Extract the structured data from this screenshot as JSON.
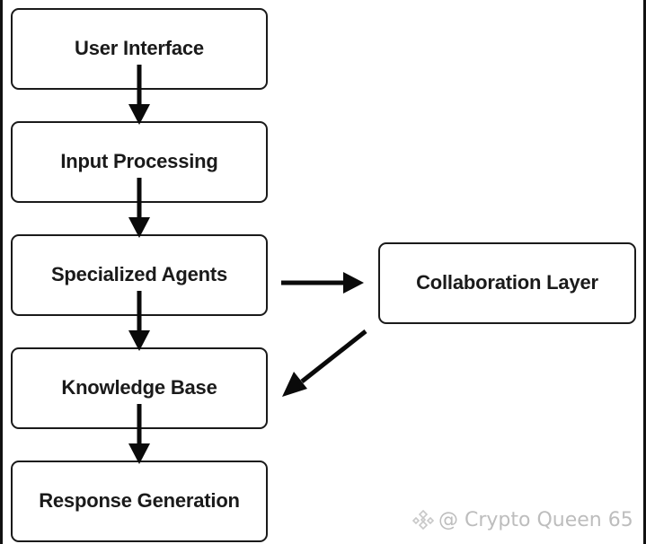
{
  "diagram": {
    "type": "flowchart",
    "nodes": [
      {
        "id": "user-interface",
        "label": "User Interface"
      },
      {
        "id": "input-processing",
        "label": "Input Processing"
      },
      {
        "id": "specialized-agents",
        "label": "Specialized Agents"
      },
      {
        "id": "knowledge-base",
        "label": "Knowledge Base"
      },
      {
        "id": "response-generation",
        "label": "Response Generation"
      },
      {
        "id": "collaboration-layer",
        "label": "Collaboration Layer"
      }
    ],
    "edges": [
      {
        "from": "user-interface",
        "to": "input-processing"
      },
      {
        "from": "input-processing",
        "to": "specialized-agents"
      },
      {
        "from": "specialized-agents",
        "to": "knowledge-base"
      },
      {
        "from": "knowledge-base",
        "to": "response-generation"
      },
      {
        "from": "specialized-agents",
        "to": "collaboration-layer"
      },
      {
        "from": "collaboration-layer",
        "to": "knowledge-base"
      }
    ]
  },
  "watermark": {
    "icon": "binance-logo-icon",
    "text": "@ Crypto Queen 65"
  }
}
